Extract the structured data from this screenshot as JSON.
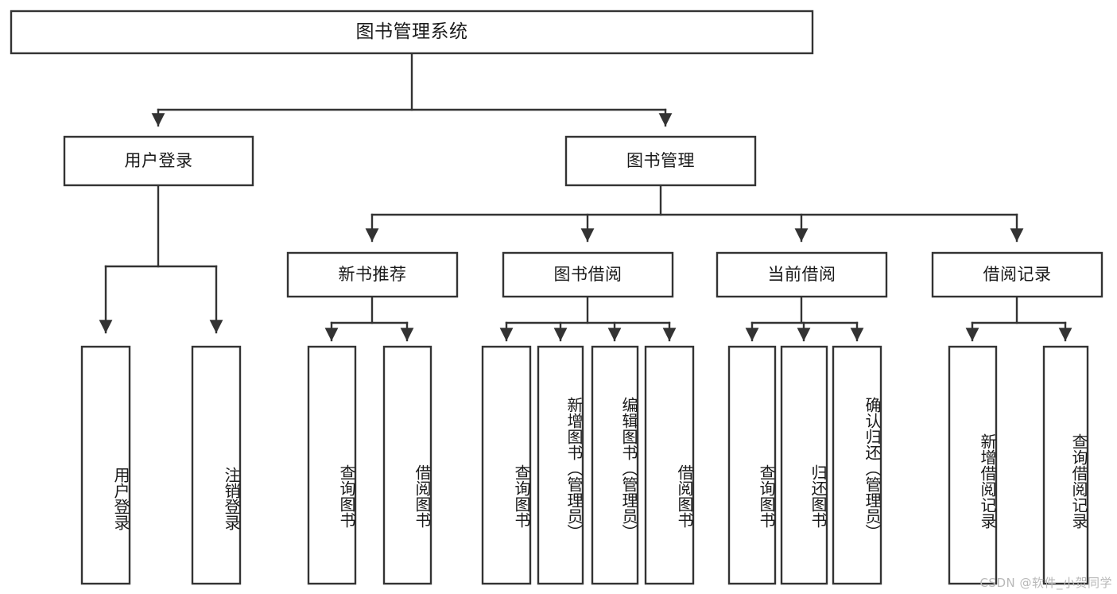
{
  "diagram": {
    "type": "tree-hierarchy-diagram",
    "title": "图书管理系统",
    "orientation": "top-down",
    "colors": {
      "background": "#ffffff",
      "box_stroke": "#333333",
      "box_fill": "#ffffff",
      "text": "#1a1a1a",
      "watermark": "#b9b9b9"
    },
    "root": {
      "label": "图书管理系统"
    },
    "level2": [
      {
        "id": "user-login",
        "label": "用户登录"
      },
      {
        "id": "book-manage",
        "label": "图书管理"
      }
    ],
    "level3": [
      {
        "id": "new-book-recommend",
        "label": "新书推荐",
        "parent": "book-manage"
      },
      {
        "id": "book-borrow",
        "label": "图书借阅",
        "parent": "book-manage"
      },
      {
        "id": "current-borrow",
        "label": "当前借阅",
        "parent": "book-manage"
      },
      {
        "id": "borrow-record",
        "label": "借阅记录",
        "parent": "book-manage"
      }
    ],
    "leaves": [
      {
        "id": "leaf-user-login",
        "label": "用户登录",
        "parent": "user-login"
      },
      {
        "id": "leaf-logout-login",
        "label": "注销登录",
        "parent": "user-login"
      },
      {
        "id": "leaf-query-book-1",
        "label": "查询图书",
        "parent": "new-book-recommend"
      },
      {
        "id": "leaf-borrow-book-1",
        "label": "借阅图书",
        "parent": "new-book-recommend"
      },
      {
        "id": "leaf-query-book-2",
        "label": "查询图书",
        "parent": "book-borrow"
      },
      {
        "id": "leaf-add-book",
        "label": "新增图书（管理员）",
        "parent": "book-borrow"
      },
      {
        "id": "leaf-edit-book",
        "label": "编辑图书（管理员）",
        "parent": "book-borrow"
      },
      {
        "id": "leaf-borrow-book-2",
        "label": "借阅图书",
        "parent": "book-borrow"
      },
      {
        "id": "leaf-query-book-3",
        "label": "查询图书",
        "parent": "current-borrow"
      },
      {
        "id": "leaf-return-book",
        "label": "归还图书",
        "parent": "current-borrow"
      },
      {
        "id": "leaf-confirm-return",
        "label": "确认归还（管理员）",
        "parent": "current-borrow"
      },
      {
        "id": "leaf-add-borrow-record",
        "label": "新增借阅记录",
        "parent": "borrow-record"
      },
      {
        "id": "leaf-query-borrow-record",
        "label": "查询借阅记录",
        "parent": "borrow-record"
      }
    ],
    "watermark": "CSDN @软件_小贺同学"
  }
}
